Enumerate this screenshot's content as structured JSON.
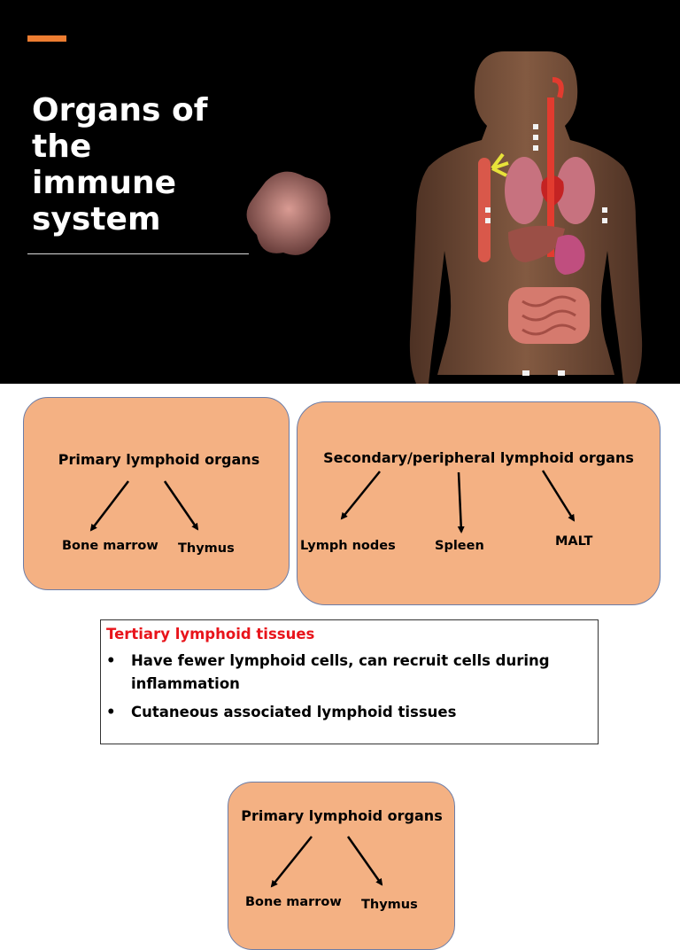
{
  "title_slide": {
    "title_lines": [
      "Organs of",
      "the",
      "immune",
      "system"
    ],
    "accent_color": "#ed7d31"
  },
  "primary_box": {
    "heading": "Primary lymphoid organs",
    "children": [
      "Bone marrow",
      "Thymus"
    ]
  },
  "secondary_box": {
    "heading": "Secondary/peripheral lymphoid organs",
    "children": [
      "Lymph nodes",
      "Spleen",
      "MALT"
    ]
  },
  "tertiary": {
    "heading": "Tertiary lymphoid tissues",
    "heading_color": "#e8141b",
    "bullets": [
      "Have fewer lymphoid cells, can recruit cells during inflammation",
      "Cutaneous associated lymphoid tissues"
    ]
  },
  "primary_box_repeat": {
    "heading": "Primary lymphoid organs",
    "children": [
      "Bone marrow",
      "Thymus"
    ]
  },
  "colors": {
    "box_fill": "#f4b183",
    "box_border": "#6b7da8"
  },
  "icons": {
    "bullet": "•"
  }
}
